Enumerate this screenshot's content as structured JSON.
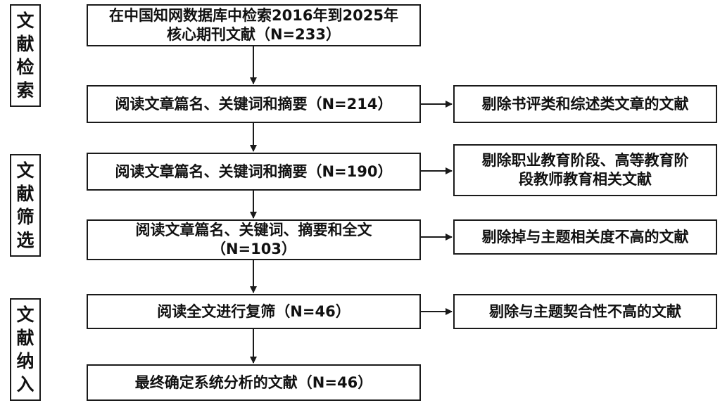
{
  "stages": [
    {
      "chars": [
        "文",
        "献",
        "检",
        "索"
      ]
    },
    {
      "chars": [
        "文",
        "献",
        "筛",
        "选"
      ]
    },
    {
      "chars": [
        "文",
        "献",
        "纳",
        "入"
      ]
    }
  ],
  "main_steps": [
    {
      "lines": [
        "在中国知网数据库中检索2016年到2025年",
        "核心期刊文献（N=233）"
      ]
    },
    {
      "lines": [
        "阅读文章篇名、关键词和摘要（N=214）"
      ]
    },
    {
      "lines": [
        "阅读文章篇名、关键词和摘要（N=190）"
      ]
    },
    {
      "lines": [
        "阅读文章篇名、关键词、摘要和全文",
        "（N=103）"
      ]
    },
    {
      "lines": [
        "阅读全文进行复筛（N=46）"
      ]
    },
    {
      "lines": [
        "最终确定系统分析的文献（N=46）"
      ]
    }
  ],
  "exclusions": [
    {
      "lines": [
        "剔除书评类和综述类文章的文献"
      ]
    },
    {
      "lines": [
        "剔除职业教育阶段、高等教育阶",
        "段教师教育相关文献"
      ]
    },
    {
      "lines": [
        "剔除掉与主题相关度不高的文献"
      ]
    },
    {
      "lines": [
        "剔除与主题契合性不高的文献"
      ]
    }
  ]
}
